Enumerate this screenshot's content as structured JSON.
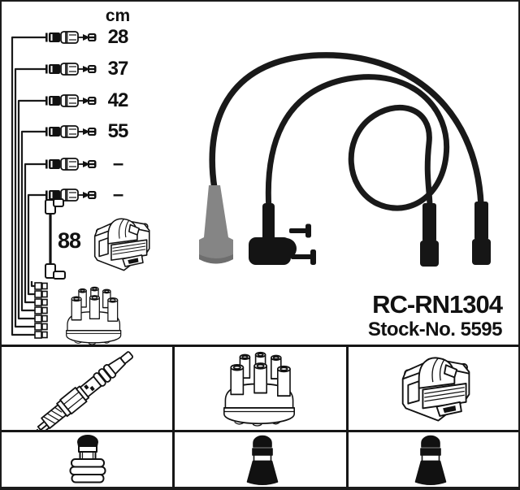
{
  "product": {
    "part_number": "RC-RN1304",
    "stock_no": "Stock-No. 5595"
  },
  "length_table": {
    "unit_header": "cm",
    "rows": [
      {
        "length": "28"
      },
      {
        "length": "37"
      },
      {
        "length": "42"
      },
      {
        "length": "55"
      },
      {
        "length": "–"
      },
      {
        "length": "–"
      }
    ],
    "coil_wire_length": "88"
  },
  "legend": {
    "top_row": [
      {
        "icon": "spark-plug-icon"
      },
      {
        "icon": "distributor-cap-icon"
      },
      {
        "icon": "ignition-coil-icon"
      }
    ],
    "bottom_row": [
      {
        "icon": "plug-terminal-connector-icon"
      },
      {
        "icon": "black-boot-connector-icon"
      },
      {
        "icon": "black-boot-connector-icon"
      }
    ]
  },
  "colors": {
    "line": "#1a1a1a",
    "cable_black": "#191919",
    "boot_gray": "#858585",
    "background": "#ffffff"
  }
}
